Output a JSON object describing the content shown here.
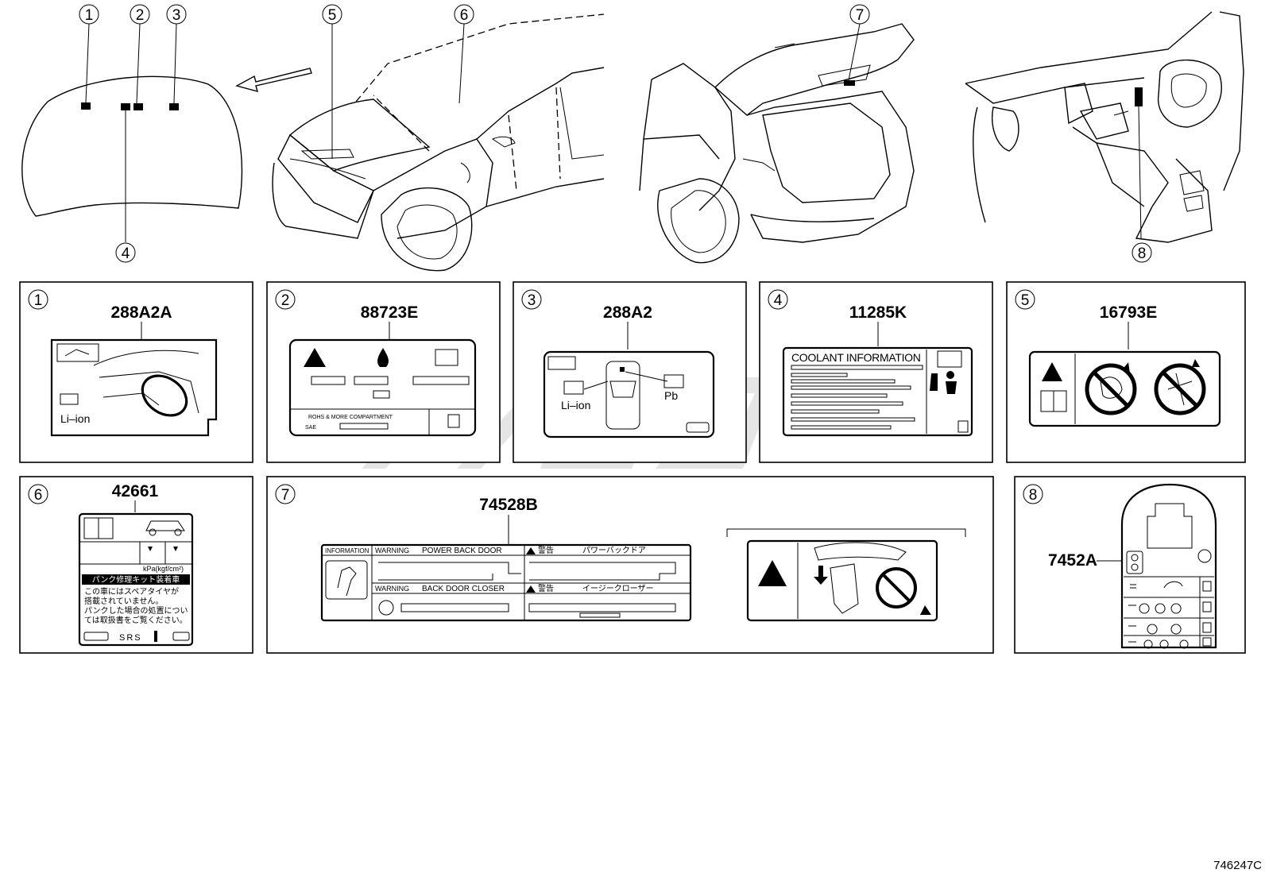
{
  "diagram_code": "746247C",
  "callouts": [
    "1",
    "2",
    "3",
    "4",
    "5",
    "6",
    "7",
    "8"
  ],
  "panels": [
    {
      "num": "1",
      "part": "288A2A",
      "text": [
        "Li–ion"
      ]
    },
    {
      "num": "2",
      "part": "88723E",
      "text": [
        "ROHS & MORE COMPARTMENT",
        "SAE"
      ]
    },
    {
      "num": "3",
      "part": "288A2",
      "text": [
        "Li–ion",
        "Pb"
      ]
    },
    {
      "num": "4",
      "part": "11285K",
      "text": [
        "COOLANT  INFORMATION"
      ]
    },
    {
      "num": "5",
      "part": "16793E",
      "text": []
    },
    {
      "num": "6",
      "part": "42661",
      "text": [
        "kPa(kgf/cm²)",
        "パンク修理キット装着車",
        "この車にはスペアタイヤが",
        "搭載されていません。",
        "パンクした場合の処置につい",
        "ては取扱書をご覧ください。",
        "SRS"
      ]
    },
    {
      "num": "7",
      "part": "74528B",
      "text": [
        "INFORMATION",
        "WARNING",
        "POWER  BACK  DOOR",
        "警告",
        "パワーバックドア",
        "WARNING",
        "BACK  DOOR  CLOSER",
        "警告",
        "イージークローザー"
      ]
    },
    {
      "num": "8",
      "part": "7452A",
      "text": []
    }
  ]
}
